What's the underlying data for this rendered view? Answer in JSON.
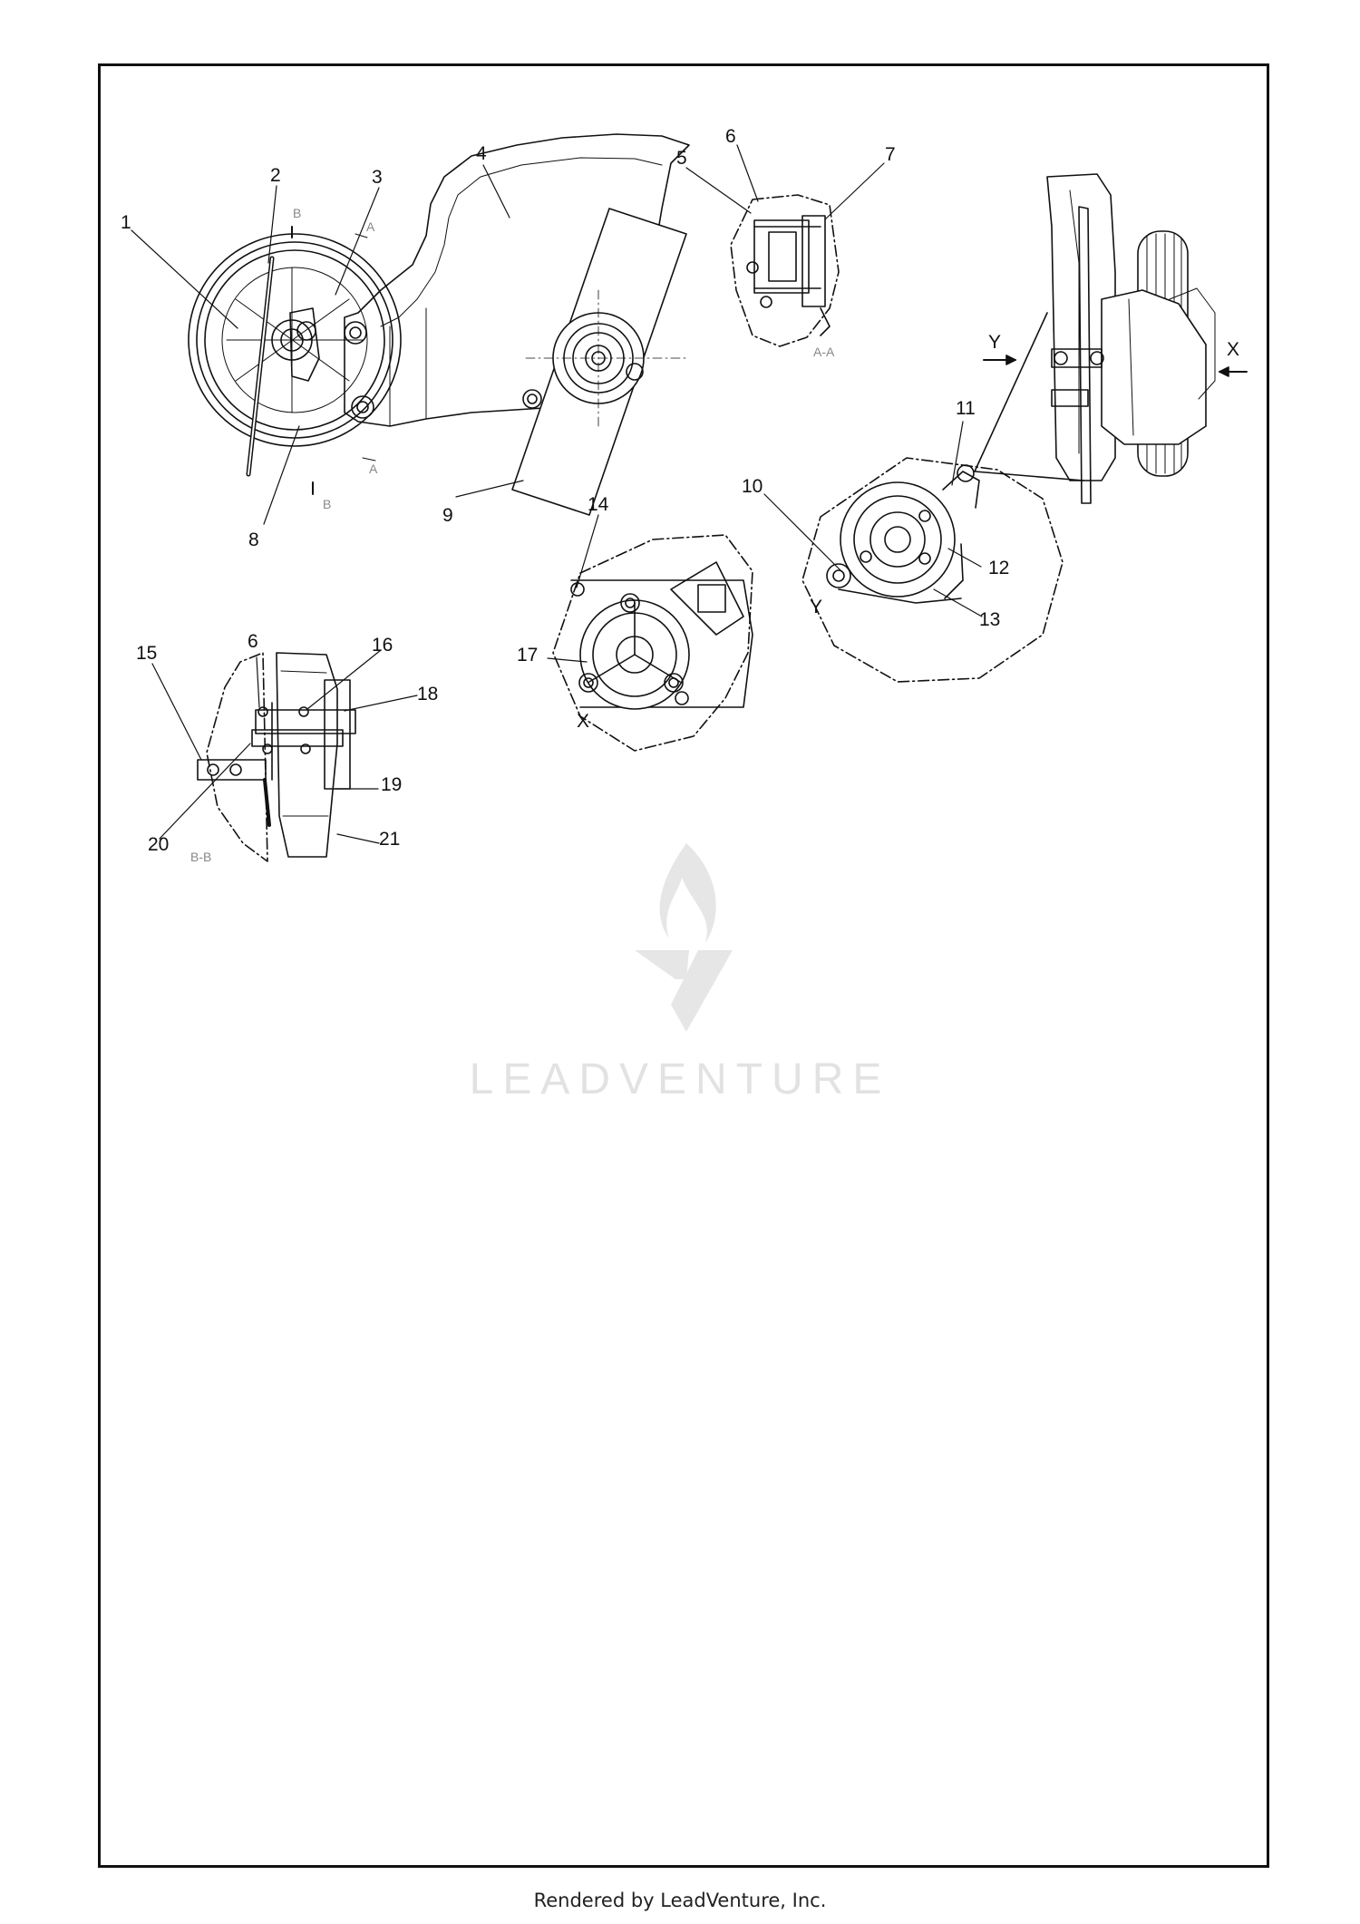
{
  "callouts": {
    "c1": "1",
    "c2": "2",
    "c3": "3",
    "c4": "4",
    "c5": "5",
    "c6": "6",
    "c7": "7",
    "c8": "8",
    "c9": "9",
    "c10": "10",
    "c11": "11",
    "c12": "12",
    "c13": "13",
    "c14": "14",
    "c15": "15",
    "c6b": "6",
    "c16": "16",
    "c17": "17",
    "c18": "18",
    "c19": "19",
    "c20": "20",
    "c21": "21"
  },
  "view_labels": {
    "section_aa": "A-A",
    "section_bb": "B-B",
    "view_x": "X",
    "view_y": "Y",
    "arrow_x": "X",
    "arrow_y": "Y",
    "cut_a_top": "A",
    "cut_a_bottom": "A",
    "cut_b_top": "B",
    "cut_b_bottom": "B"
  },
  "watermark": {
    "text": "LEADVENTURE",
    "logo_icon": "flame-chevron-logo-icon"
  },
  "footer": {
    "text": "Rendered by LeadVenture, Inc."
  },
  "colors": {
    "line": "#111111",
    "watermark": "#e2e2e2"
  }
}
